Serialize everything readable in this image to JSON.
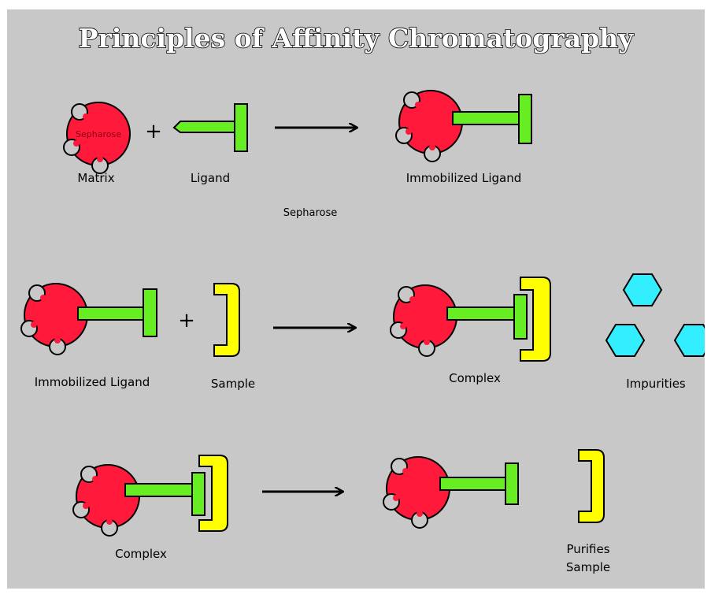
{
  "title": "Principles of Affinity Chromatography",
  "row1": {
    "matrix_inner": "Sepharose",
    "matrix_label": "Matrix",
    "plus": "+",
    "ligand_label": "Ligand",
    "product_label": "Immobilized Ligand",
    "note": "Sepharose"
  },
  "row2": {
    "reactant_label": "Immobilized Ligand",
    "plus": "+",
    "sample_label": "Sample",
    "product_label": "Complex",
    "impurities_label": "Impurities"
  },
  "row3": {
    "reactant_label": "Complex",
    "sample_label_line1": "Purifies",
    "sample_label_line2": "Sample"
  },
  "colors": {
    "background": "#c8c8c8",
    "matrix": "#ff1a3c",
    "ligand": "#66ee22",
    "sample": "#ffff00",
    "impurity": "#33eeff"
  },
  "icons": {
    "matrix": "matrix-bead-icon",
    "ligand": "ligand-icon",
    "sample": "sample-bracket-icon",
    "impurity": "hexagon-impurity-icon",
    "arrow": "arrow-right-icon"
  }
}
